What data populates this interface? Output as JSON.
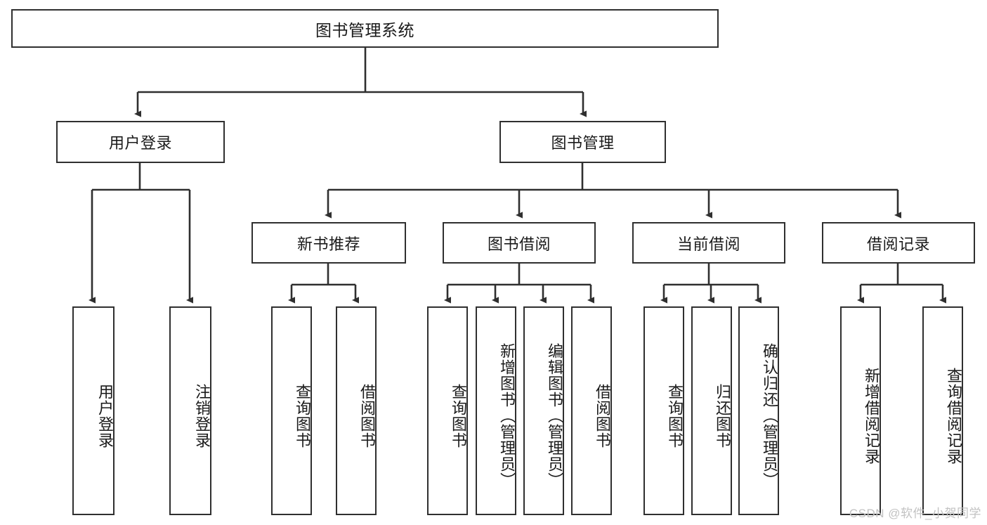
{
  "diagram": {
    "title": "图书管理系统",
    "type": "hierarchy-tree",
    "root": {
      "id": "root",
      "label": "图书管理系统"
    },
    "level2": [
      {
        "id": "user-login",
        "label": "用户登录"
      },
      {
        "id": "book-management",
        "label": "图书管理"
      }
    ],
    "level3": [
      {
        "id": "new-book-recommend",
        "label": "新书推荐",
        "parent": "book-management"
      },
      {
        "id": "book-borrow",
        "label": "图书借阅",
        "parent": "book-management"
      },
      {
        "id": "current-borrow",
        "label": "当前借阅",
        "parent": "book-management"
      },
      {
        "id": "borrow-record",
        "label": "借阅记录",
        "parent": "book-management"
      }
    ],
    "leaves": [
      {
        "id": "leaf-user-login",
        "label": "用户登录",
        "parent": "user-login"
      },
      {
        "id": "leaf-user-logout",
        "label": "注销登录",
        "parent": "user-login"
      },
      {
        "id": "leaf-query-book-1",
        "label": "查询图书",
        "parent": "new-book-recommend"
      },
      {
        "id": "leaf-borrow-book-1",
        "label": "借阅图书",
        "parent": "new-book-recommend"
      },
      {
        "id": "leaf-query-book-2",
        "label": "查询图书",
        "parent": "book-borrow"
      },
      {
        "id": "leaf-add-book",
        "label": "新增图书（管理员）",
        "parent": "book-borrow"
      },
      {
        "id": "leaf-edit-book",
        "label": "编辑图书（管理员）",
        "parent": "book-borrow"
      },
      {
        "id": "leaf-borrow-book-2",
        "label": "借阅图书",
        "parent": "book-borrow"
      },
      {
        "id": "leaf-query-book-3",
        "label": "查询图书",
        "parent": "current-borrow"
      },
      {
        "id": "leaf-return-book",
        "label": "归还图书",
        "parent": "current-borrow"
      },
      {
        "id": "leaf-confirm-return",
        "label": "确认归还（管理员）",
        "parent": "current-borrow"
      },
      {
        "id": "leaf-add-record",
        "label": "新增借阅记录",
        "parent": "borrow-record"
      },
      {
        "id": "leaf-query-record",
        "label": "查询借阅记录",
        "parent": "borrow-record"
      }
    ],
    "colors": {
      "border": "#2f2f2f",
      "background": "#ffffff",
      "text": "#1a1a1a",
      "watermark": "#c2c2c2"
    }
  },
  "watermark": {
    "text": "CSDN @软件_小贺同学"
  }
}
